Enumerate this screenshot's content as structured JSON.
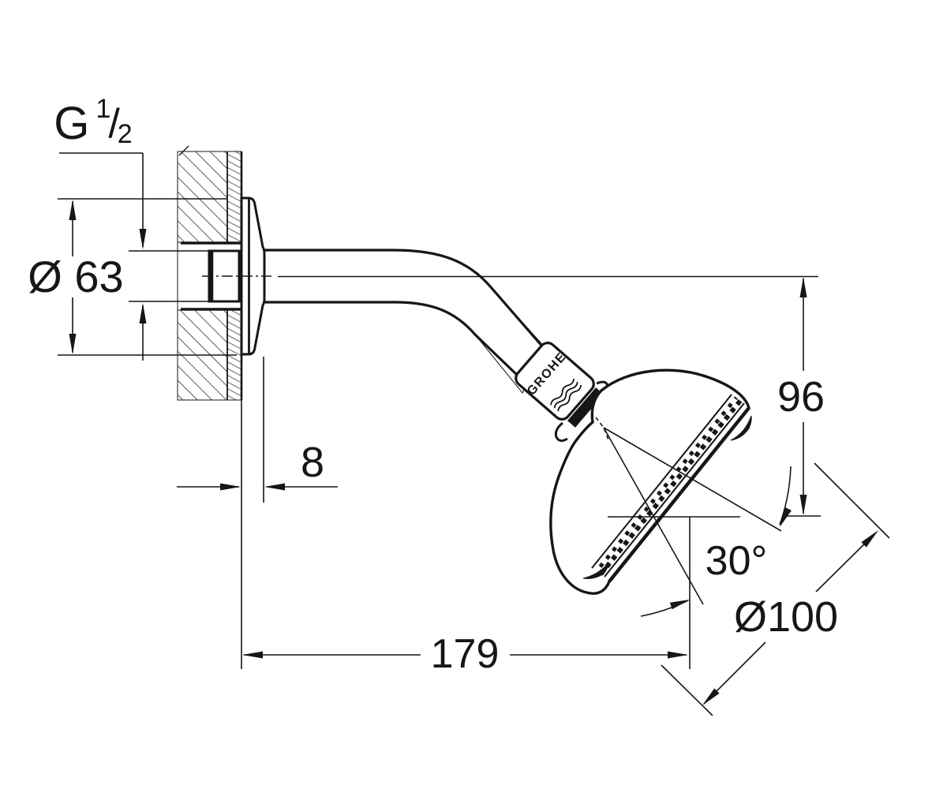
{
  "drawing": {
    "background": "#ffffff",
    "line_color": "#161616",
    "labels": {
      "thread": {
        "base": "G",
        "numerator": "1",
        "separator": "/",
        "denominator": "2"
      },
      "flange_diameter": "Ø 63",
      "wall_offset": "8",
      "head_drop": "96",
      "tilt_angle": "30°",
      "head_diameter": "Ø100",
      "projection": "179",
      "brand": "GROHE"
    }
  }
}
